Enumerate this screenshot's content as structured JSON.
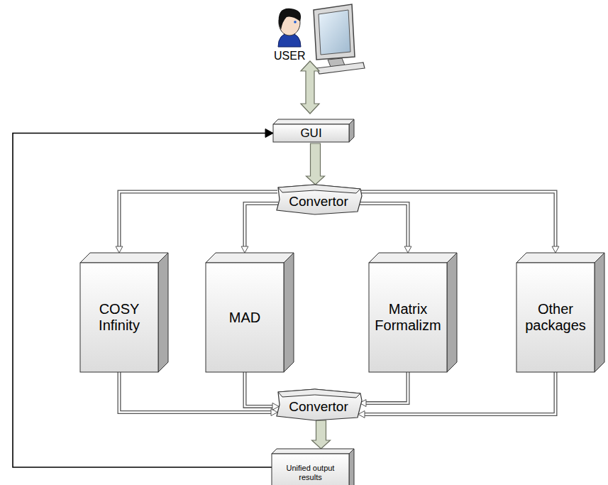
{
  "diagram": {
    "nodes": [
      {
        "text": [
          "GUI"
        ]
      },
      {
        "text": [
          "Convertor"
        ]
      },
      {
        "text": [
          "COSY Infinity"
        ]
      },
      {
        "text": [
          "MAD"
        ]
      },
      {
        "text": [
          "Matrix Formalizm"
        ]
      },
      {
        "text": [
          "Other packages"
        ]
      },
      {
        "text": [
          "Convertor"
        ]
      },
      {
        "text": [
          "Unified output results"
        ]
      }
    ],
    "edges": [
      {
        "from": 0,
        "to": 1,
        "arrow": "to"
      },
      {
        "from": 1,
        "to": 2,
        "arrow": "to"
      },
      {
        "from": 1,
        "to": 3,
        "arrow": "to"
      },
      {
        "from": 1,
        "to": 4,
        "arrow": "to"
      },
      {
        "from": 1,
        "to": 5,
        "arrow": "to"
      },
      {
        "from": 2,
        "to": 6,
        "arrow": "to"
      },
      {
        "from": 3,
        "to": 6,
        "arrow": "to"
      },
      {
        "from": 4,
        "to": 6,
        "arrow": "to"
      },
      {
        "from": 5,
        "to": 6,
        "arrow": "to"
      },
      {
        "from": 6,
        "to": 7,
        "arrow": "to"
      },
      {
        "from": 7,
        "to": 0,
        "arrow": "to"
      }
    ],
    "labels": [
      "USER"
    ]
  }
}
